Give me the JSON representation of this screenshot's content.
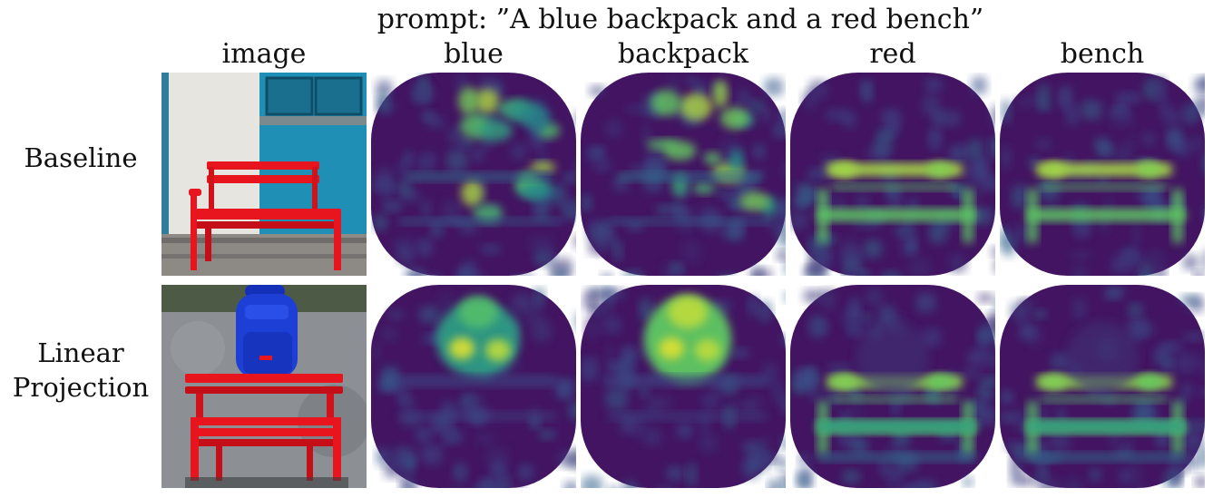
{
  "prompt": "prompt: ”A blue backpack and a red bench”",
  "columns": [
    "image",
    "blue",
    "backpack",
    "red",
    "bench"
  ],
  "rows": [
    {
      "label_lines": [
        "Baseline"
      ],
      "focus": {
        "blue": "scattered",
        "backpack": "scattered",
        "red": "bench",
        "bench": "bench"
      }
    },
    {
      "label_lines": [
        "Linear",
        "Projection"
      ],
      "focus": {
        "blue": "backpack",
        "backpack": "backpack",
        "red": "bench",
        "bench": "bench"
      }
    }
  ],
  "colormap": [
    "#440154",
    "#3b528b",
    "#21918c",
    "#5ec962",
    "#fde725"
  ],
  "colors": {
    "bench_red": "#e8141e",
    "backpack_blue": "#1e3fd6",
    "wall_blue": "#1f8fb5",
    "wall_white": "#e9e7e2"
  }
}
